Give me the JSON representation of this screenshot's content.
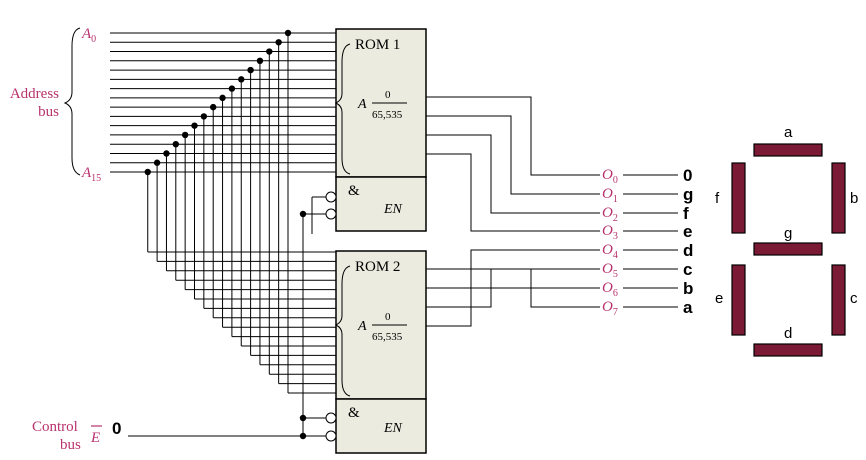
{
  "address_bus": {
    "label_line1": "Address",
    "label_line2": "bus",
    "a_first": "A",
    "a_first_sub": "0",
    "a_last": "A",
    "a_last_sub": "15"
  },
  "control_bus": {
    "label_line1": "Control",
    "label_line2": "bus",
    "signal": "E",
    "value": "0"
  },
  "rom1": {
    "title": "ROM 1",
    "a_symbol": "A",
    "range_top": "0",
    "range_bottom": "65,535",
    "gate": "&",
    "en": "EN"
  },
  "rom2": {
    "title": "ROM 2",
    "a_symbol": "A",
    "range_top": "0",
    "range_bottom": "65,535",
    "gate": "&",
    "en": "EN"
  },
  "outputs": [
    {
      "name": "O",
      "sub": "0",
      "value": "0"
    },
    {
      "name": "O",
      "sub": "1",
      "value": "g"
    },
    {
      "name": "O",
      "sub": "2",
      "value": "f"
    },
    {
      "name": "O",
      "sub": "3",
      "value": "e"
    },
    {
      "name": "O",
      "sub": "4",
      "value": "d"
    },
    {
      "name": "O",
      "sub": "5",
      "value": "c"
    },
    {
      "name": "O",
      "sub": "6",
      "value": "b"
    },
    {
      "name": "O",
      "sub": "7",
      "value": "a"
    }
  ],
  "segments": {
    "a": "a",
    "b": "b",
    "c": "c",
    "d": "d",
    "e": "e",
    "f": "f",
    "g": "g"
  },
  "colors": {
    "rom_fill": "#ecebe0",
    "segment": "#7a1a35",
    "label": "#b8326e"
  }
}
